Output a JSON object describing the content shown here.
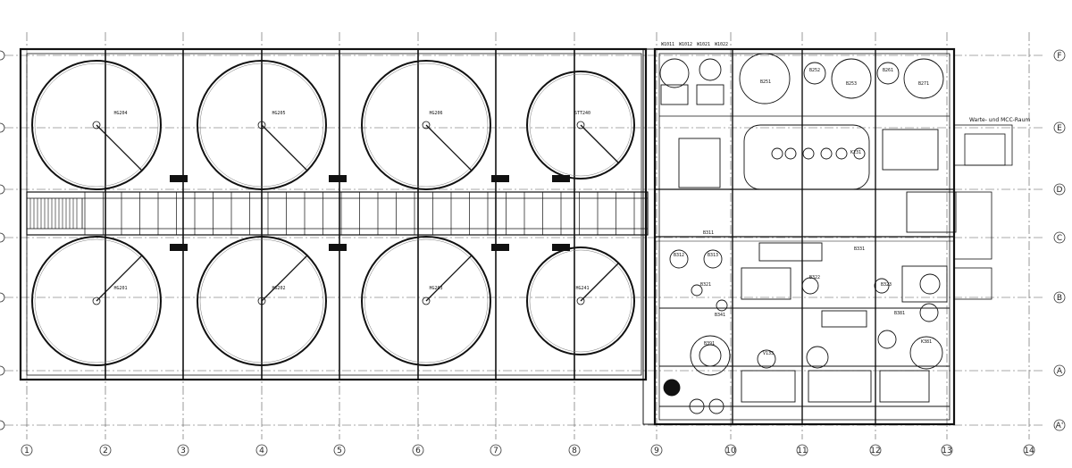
{
  "drawing": {
    "grid_columns": [
      "1",
      "2",
      "3",
      "4",
      "5",
      "6",
      "7",
      "8",
      "9",
      "10",
      "11",
      "12",
      "13",
      "14"
    ],
    "grid_rows": [
      "F",
      "E",
      "D",
      "C",
      "B",
      "A",
      "A'"
    ],
    "tanks_north": [
      "HG204",
      "HG205",
      "HG206",
      "STT240"
    ],
    "tanks_south": [
      "HG201",
      "HG202",
      "HG203",
      "HG241"
    ],
    "top_tags": [
      "W1011",
      "W1012",
      "W1021",
      "W1022"
    ],
    "room_label": "Warte- und MCC-Raum",
    "tags_east": [
      "B251",
      "B252",
      "B253",
      "B261",
      "B271",
      "B311",
      "B312",
      "B313",
      "B321",
      "B322",
      "B323",
      "B331",
      "B341",
      "B381",
      "B391",
      "K381",
      "V133",
      "K231"
    ]
  }
}
